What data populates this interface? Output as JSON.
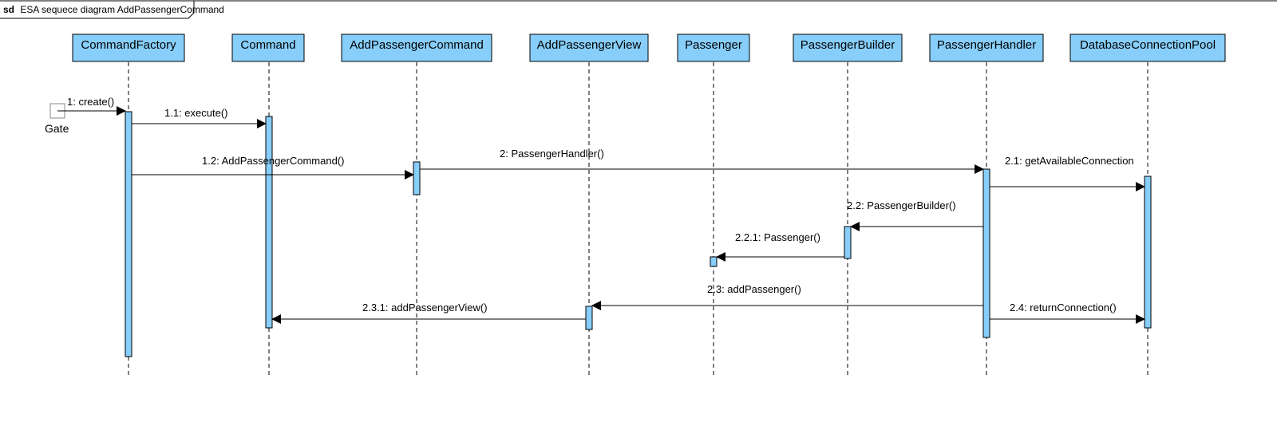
{
  "frame": {
    "keyword": "sd",
    "title": "ESA sequece diagram AddPassengerCommand"
  },
  "colors": {
    "box_fill": "#87CEFA",
    "line": "#000000"
  },
  "gate_label": "Gate",
  "lifelines": [
    {
      "id": "commandfactory",
      "name": "CommandFactory"
    },
    {
      "id": "command",
      "name": "Command"
    },
    {
      "id": "addpassengercommand",
      "name": "AddPassengerCommand"
    },
    {
      "id": "addpassengerview",
      "name": "AddPassengerView"
    },
    {
      "id": "passenger",
      "name": "Passenger"
    },
    {
      "id": "passengerbuilder",
      "name": "PassengerBuilder"
    },
    {
      "id": "passengerhandler",
      "name": "PassengerHandler"
    },
    {
      "id": "databaseconnectionpool",
      "name": "DatabaseConnectionPool"
    }
  ],
  "messages": [
    {
      "id": "m1",
      "label": "1: create()"
    },
    {
      "id": "m11",
      "label": "1.1: execute()"
    },
    {
      "id": "m12",
      "label": "1.2: AddPassengerCommand()"
    },
    {
      "id": "m2",
      "label": "2: PassengerHandler()"
    },
    {
      "id": "m21",
      "label": "2.1: getAvailableConnection"
    },
    {
      "id": "m22",
      "label": "2.2: PassengerBuilder()"
    },
    {
      "id": "m221",
      "label": "2.2.1: Passenger()"
    },
    {
      "id": "m23",
      "label": "2.3: addPassenger()"
    },
    {
      "id": "m231",
      "label": "2.3.1: addPassengerView()"
    },
    {
      "id": "m24",
      "label": "2.4: returnConnection()"
    }
  ]
}
